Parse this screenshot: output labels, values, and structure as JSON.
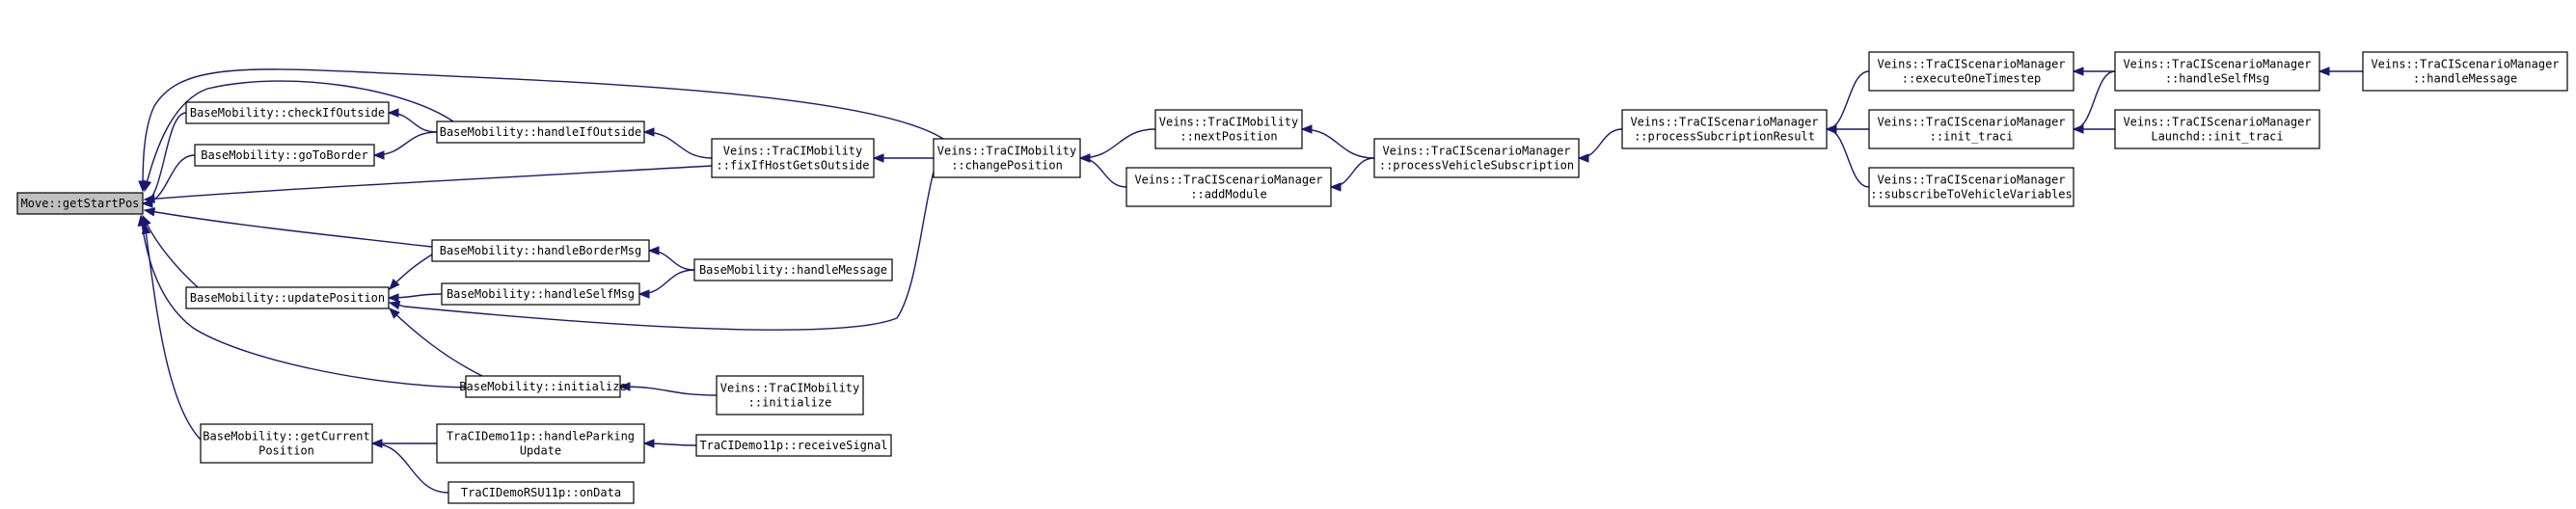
{
  "graph": {
    "root": "move-getstartpos",
    "nodes": [
      {
        "id": "move-getstartpos",
        "lines": [
          "Move::getStartPos"
        ],
        "root": true
      },
      {
        "id": "basemobility-checkifoutside",
        "lines": [
          "BaseMobility::checkIfOutside"
        ]
      },
      {
        "id": "basemobility-gotoborder",
        "lines": [
          "BaseMobility::goToBorder"
        ]
      },
      {
        "id": "basemobility-handleifoutside",
        "lines": [
          "BaseMobility::handleIfOutside"
        ]
      },
      {
        "id": "veins-tracimobility-fixifhostgetsoutside",
        "lines": [
          "Veins::TraCIMobility",
          "::fixIfHostGetsOutside"
        ]
      },
      {
        "id": "veins-tracimobility-changeposition",
        "lines": [
          "Veins::TraCIMobility",
          "::changePosition"
        ]
      },
      {
        "id": "veins-tracimobility-nextposition",
        "lines": [
          "Veins::TraCIMobility",
          "::nextPosition"
        ]
      },
      {
        "id": "veins-traciscenariomanager-addmodule",
        "lines": [
          "Veins::TraCIScenarioManager",
          "::addModule"
        ]
      },
      {
        "id": "veins-traciscenariomanager-processvehiclesubscription",
        "lines": [
          "Veins::TraCIScenarioManager",
          "::processVehicleSubscription"
        ]
      },
      {
        "id": "veins-traciscenariomanager-processsubcriptionresult",
        "lines": [
          "Veins::TraCIScenarioManager",
          "::processSubcriptionResult"
        ]
      },
      {
        "id": "veins-traciscenariomanager-executeonetimestep",
        "lines": [
          "Veins::TraCIScenarioManager",
          "::executeOneTimestep"
        ]
      },
      {
        "id": "veins-traciscenariomanager-init-traci",
        "lines": [
          "Veins::TraCIScenarioManager",
          "::init_traci"
        ]
      },
      {
        "id": "veins-traciscenariomanager-subscribetovehiclevariables",
        "lines": [
          "Veins::TraCIScenarioManager",
          "::subscribeToVehicleVariables"
        ]
      },
      {
        "id": "veins-traciscenariomanager-handleselfmsg",
        "lines": [
          "Veins::TraCIScenarioManager",
          "::handleSelfMsg"
        ]
      },
      {
        "id": "veins-traciscenariomanagerlaunchd-init-traci",
        "lines": [
          "Veins::TraCIScenarioManager",
          "Launchd::init_traci"
        ]
      },
      {
        "id": "veins-traciscenariomanager-handlemessage",
        "lines": [
          "Veins::TraCIScenarioManager",
          "::handleMessage"
        ]
      },
      {
        "id": "basemobility-updateposition",
        "lines": [
          "BaseMobility::updatePosition"
        ]
      },
      {
        "id": "basemobility-handlebordermsg",
        "lines": [
          "BaseMobility::handleBorderMsg"
        ]
      },
      {
        "id": "basemobility-handleselfmsg",
        "lines": [
          "BaseMobility::handleSelfMsg"
        ]
      },
      {
        "id": "basemobility-handlemessage",
        "lines": [
          "BaseMobility::handleMessage"
        ]
      },
      {
        "id": "basemobility-initialize",
        "lines": [
          "BaseMobility::initialize"
        ]
      },
      {
        "id": "veins-tracimobility-initialize",
        "lines": [
          "Veins::TraCIMobility",
          "::initialize"
        ]
      },
      {
        "id": "basemobility-getcurrentposition",
        "lines": [
          "BaseMobility::getCurrent",
          "Position"
        ]
      },
      {
        "id": "tracidemo11p-handleparkingupdate",
        "lines": [
          "TraCIDemo11p::handleParking",
          "Update"
        ]
      },
      {
        "id": "tracidemo11p-receivesignal",
        "lines": [
          "TraCIDemo11p::receiveSignal"
        ]
      },
      {
        "id": "tracidemorsu11p-ondata",
        "lines": [
          "TraCIDemoRSU11p::onData"
        ]
      }
    ],
    "edges": [
      {
        "from": "basemobility-checkifoutside",
        "to": "move-getstartpos"
      },
      {
        "from": "basemobility-gotoborder",
        "to": "move-getstartpos"
      },
      {
        "from": "basemobility-handleifoutside",
        "to": "move-getstartpos"
      },
      {
        "from": "veins-tracimobility-fixifhostgetsoutside",
        "to": "move-getstartpos"
      },
      {
        "from": "veins-tracimobility-changeposition",
        "to": "move-getstartpos"
      },
      {
        "from": "basemobility-updateposition",
        "to": "move-getstartpos"
      },
      {
        "from": "basemobility-handlebordermsg",
        "to": "move-getstartpos"
      },
      {
        "from": "basemobility-initialize",
        "to": "move-getstartpos"
      },
      {
        "from": "basemobility-getcurrentposition",
        "to": "move-getstartpos"
      },
      {
        "from": "basemobility-handleifoutside",
        "to": "basemobility-checkifoutside"
      },
      {
        "from": "basemobility-handleifoutside",
        "to": "basemobility-gotoborder"
      },
      {
        "from": "veins-tracimobility-fixifhostgetsoutside",
        "to": "basemobility-handleifoutside"
      },
      {
        "from": "veins-tracimobility-changeposition",
        "to": "veins-tracimobility-fixifhostgetsoutside"
      },
      {
        "from": "veins-tracimobility-changeposition",
        "to": "basemobility-updateposition"
      },
      {
        "from": "veins-tracimobility-nextposition",
        "to": "veins-tracimobility-changeposition"
      },
      {
        "from": "veins-traciscenariomanager-addmodule",
        "to": "veins-tracimobility-changeposition"
      },
      {
        "from": "veins-traciscenariomanager-processvehiclesubscription",
        "to": "veins-tracimobility-nextposition"
      },
      {
        "from": "veins-traciscenariomanager-processvehiclesubscription",
        "to": "veins-traciscenariomanager-addmodule"
      },
      {
        "from": "veins-traciscenariomanager-processsubcriptionresult",
        "to": "veins-traciscenariomanager-processvehiclesubscription"
      },
      {
        "from": "veins-traciscenariomanager-executeonetimestep",
        "to": "veins-traciscenariomanager-processsubcriptionresult"
      },
      {
        "from": "veins-traciscenariomanager-init-traci",
        "to": "veins-traciscenariomanager-processsubcriptionresult"
      },
      {
        "from": "veins-traciscenariomanager-subscribetovehiclevariables",
        "to": "veins-traciscenariomanager-processsubcriptionresult"
      },
      {
        "from": "veins-traciscenariomanager-handleselfmsg",
        "to": "veins-traciscenariomanager-executeonetimestep"
      },
      {
        "from": "veins-traciscenariomanager-handleselfmsg",
        "to": "veins-traciscenariomanager-init-traci"
      },
      {
        "from": "veins-traciscenariomanagerlaunchd-init-traci",
        "to": "veins-traciscenariomanager-init-traci"
      },
      {
        "from": "veins-traciscenariomanager-handlemessage",
        "to": "veins-traciscenariomanager-handleselfmsg"
      },
      {
        "from": "basemobility-handlebordermsg",
        "to": "basemobility-updateposition"
      },
      {
        "from": "basemobility-handleselfmsg",
        "to": "basemobility-updateposition"
      },
      {
        "from": "basemobility-initialize",
        "to": "basemobility-updateposition"
      },
      {
        "from": "basemobility-handlemessage",
        "to": "basemobility-handlebordermsg"
      },
      {
        "from": "basemobility-handlemessage",
        "to": "basemobility-handleselfmsg"
      },
      {
        "from": "veins-tracimobility-initialize",
        "to": "basemobility-initialize"
      },
      {
        "from": "tracidemo11p-handleparkingupdate",
        "to": "basemobility-getcurrentposition"
      },
      {
        "from": "tracidemorsu11p-ondata",
        "to": "basemobility-getcurrentposition"
      },
      {
        "from": "tracidemo11p-receivesignal",
        "to": "tracidemo11p-handleparkingupdate"
      }
    ]
  }
}
